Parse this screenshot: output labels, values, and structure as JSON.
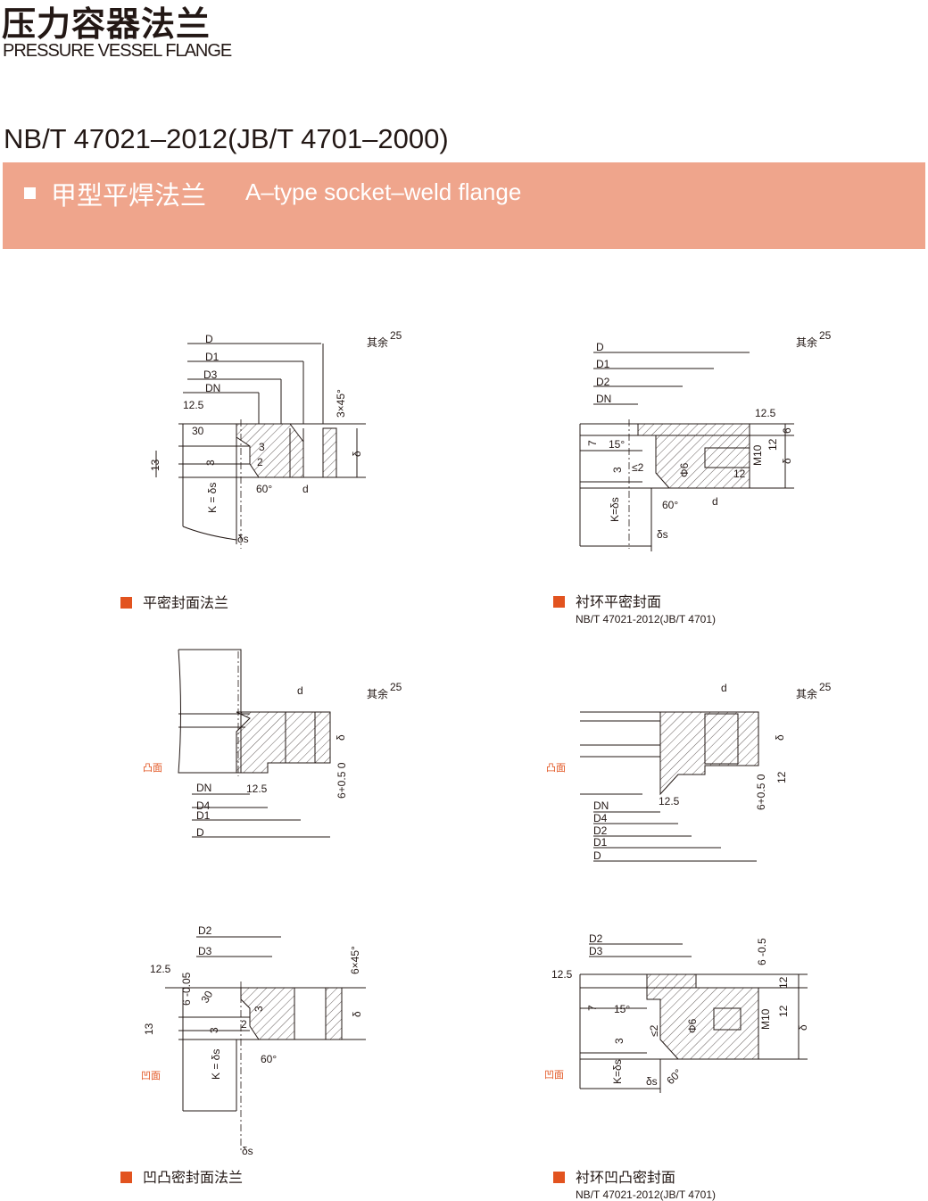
{
  "header": {
    "title_cn": "压力容器法兰",
    "title_en": "PRESSURE VESSEL FLANGE",
    "standard": "NB/T 47021–2012(JB/T 4701–2000)"
  },
  "band": {
    "title_cn": "甲型平焊法兰",
    "title_en": "A–type  socket–weld  flange"
  },
  "captions": [
    {
      "label": "平密封面法兰"
    },
    {
      "label": "衬环平密封面",
      "sub": "NB/T 47021-2012(JB/T 4701)"
    },
    {
      "label": "凹凸密封面法兰"
    },
    {
      "label": "衬环凹凸密封面",
      "sub": "NB/T 47021-2012(JB/T 4701)"
    }
  ],
  "drawings": {
    "d1": {
      "D": "D",
      "D1": "D1",
      "D3": "D3",
      "DN": "DN",
      "r125": "12.5",
      "a30": "30",
      "t3a": "3",
      "t13": "13",
      "t3b": "3",
      "t2": "2",
      "K": "K = δs",
      "a60": "60°",
      "d": "d",
      "delta": "δ",
      "ch": "3×45°",
      "rest": "其余",
      "restv": "25",
      "ds": "δs"
    },
    "d2": {
      "D": "D",
      "D1": "D1",
      "D2": "D2",
      "DN": "DN",
      "r125": "12.5",
      "t6": "6",
      "t7": "7",
      "a15": "15°",
      "t3": "3",
      "le2": "≤2",
      "phi6": "Φ6",
      "m10": "M10",
      "t12a": "12",
      "t12b": "12",
      "delta": "δ",
      "K": "K=δs",
      "a60": "60°",
      "d": "d",
      "ds": "δs",
      "rest": "其余",
      "restv": "25"
    },
    "d3": {
      "d": "d",
      "rest": "其余",
      "restv": "25",
      "face": "凸面",
      "delta": "δ",
      "DN": "DN",
      "r125": "12.5",
      "t6": "6+0.5 0",
      "D4": "D4",
      "D1": "D1",
      "D": "D"
    },
    "d4": {
      "d": "d",
      "rest": "其余",
      "restv": "25",
      "face": "凸面",
      "delta": "δ",
      "t12": "12",
      "r125": "12.5",
      "t6": "6+0.5 0",
      "DN": "DN",
      "D4": "D4",
      "D2": "D2",
      "D1": "D1",
      "D": "D"
    },
    "d5": {
      "D2": "D2",
      "D3": "D3",
      "r125": "12.5",
      "t6": "6 -0.05",
      "a30": "30",
      "ch": "6×45°",
      "t13": "13",
      "t3a": "3",
      "t3b": "3",
      "t2": "2",
      "K": "K = δs",
      "a60": "60°",
      "delta": "δ",
      "face": "凹面",
      "ds": "δs"
    },
    "d6": {
      "D2": "D2",
      "D3": "D3",
      "r125": "12.5",
      "t6": "6 -0.5",
      "t7": "7",
      "a15": "15°",
      "t12a": "12",
      "m10": "M10",
      "t12b": "12",
      "delta": "δ",
      "t3": "3",
      "phi6": "Φ6",
      "le2": "≤2",
      "K": "K=δs",
      "ds": "δs",
      "a60": "60°",
      "face": "凹面"
    }
  },
  "colors": {
    "band": "#efa58c",
    "marker": "#e2531f"
  }
}
